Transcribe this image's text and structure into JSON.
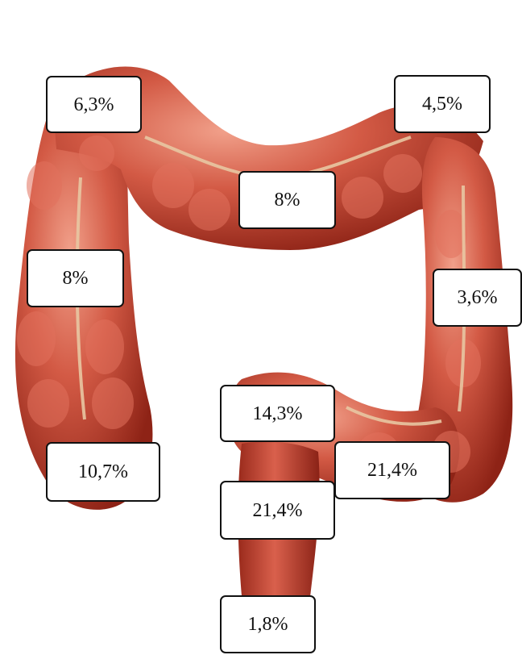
{
  "colors": {
    "tissue_dark": "#8a1e12",
    "tissue_mid": "#c8463a",
    "tissue_light": "#e98a76",
    "band": "#e8c6a2",
    "label_border": "#111111",
    "label_bg": "#ffffff"
  },
  "labels": {
    "cecum": "10,7%",
    "ascending": "8%",
    "hepatic_flexure": "6,3%",
    "transverse": "8%",
    "splenic_flexure": "4,5%",
    "descending": "3,6%",
    "sigmoid": "21,4%",
    "rectosigmoid": "14,3%",
    "rectum": "21,4%",
    "anus": "1,8%"
  }
}
